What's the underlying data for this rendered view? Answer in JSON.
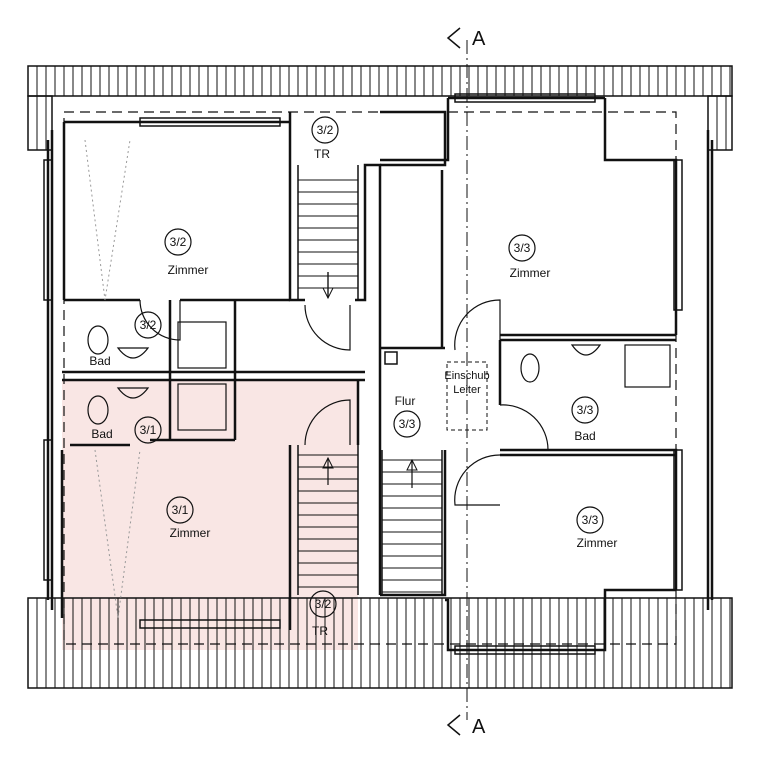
{
  "section_marks": [
    {
      "id": "top",
      "label": "A"
    },
    {
      "id": "bottom",
      "label": "A"
    }
  ],
  "rooms": [
    {
      "id": "r32z",
      "unit": "3/2",
      "name": "Zimmer"
    },
    {
      "id": "r32b",
      "unit": "3/2",
      "name": "Bad"
    },
    {
      "id": "r32t",
      "unit": "3/2",
      "name": "TR"
    },
    {
      "id": "r31b",
      "unit": "3/1",
      "name": "Bad"
    },
    {
      "id": "r31z",
      "unit": "3/1",
      "name": "Zimmer"
    },
    {
      "id": "r31t",
      "unit": "3/2",
      "name": "TR"
    },
    {
      "id": "rflur",
      "unit": "3/3",
      "name": "Flur"
    },
    {
      "id": "r33z1",
      "unit": "3/3",
      "name": "Zimmer"
    },
    {
      "id": "r33b",
      "unit": "3/3",
      "name": "Bad"
    },
    {
      "id": "r33z2",
      "unit": "3/3",
      "name": "Zimmer"
    }
  ],
  "einschub": {
    "line1": "Einschub",
    "line2": "Leiter"
  },
  "colors": {
    "highlight": "#f9e6e4",
    "line": "#111111"
  }
}
